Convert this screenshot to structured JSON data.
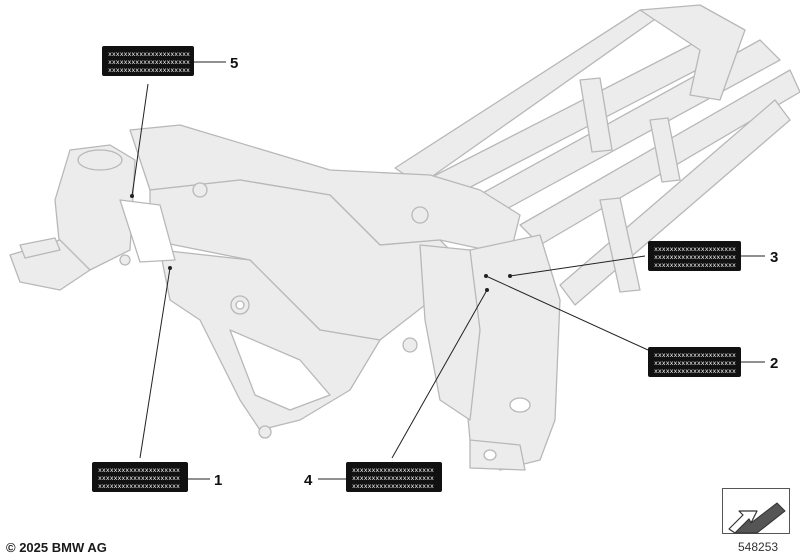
{
  "copyright": "© 2025 BMW AG",
  "diagram_id": "548253",
  "callouts": [
    {
      "number": "1",
      "label_lines": [
        "xxxxxxxxxxxxxxxxxxxxx",
        "xxxxxxxxxxxxxxxxxxxxx",
        "xxxxxxxxxxxxxxxxxxxxx"
      ]
    },
    {
      "number": "2",
      "label_lines": [
        "xxxxxxxxxxxxxxxxxxxxx",
        "xxxxxxxxxxxxxxxxxxxxx",
        "xxxxxxxxxxxxxxxxxxxxx"
      ]
    },
    {
      "number": "3",
      "label_lines": [
        "xxxxxxxxxxxxxxxxxxxxx",
        "xxxxxxxxxxxxxxxxxxxxx",
        "xxxxxxxxxxxxxxxxxxxxx"
      ]
    },
    {
      "number": "4",
      "label_lines": [
        "xxxxxxxxxxxxxxxxxxxxx",
        "xxxxxxxxxxxxxxxxxxxxx",
        "xxxxxxxxxxxxxxxxxxxxx"
      ]
    },
    {
      "number": "5",
      "label_lines": [
        "xxxxxxxxxxxxxxxxxxxxx",
        "xxxxxxxxxxxxxxxxxxxxx",
        "xxxxxxxxxxxxxxxxxxxxx"
      ]
    }
  ],
  "colors": {
    "frame_fill": "#ececec",
    "frame_stroke": "#b8b8b8",
    "label_bg": "#111111",
    "label_text": "#ffffff",
    "leader": "#222222"
  },
  "icons": {
    "frame": "motorcycle-frame-drawing",
    "nav": "navigation-arrow-icon"
  }
}
